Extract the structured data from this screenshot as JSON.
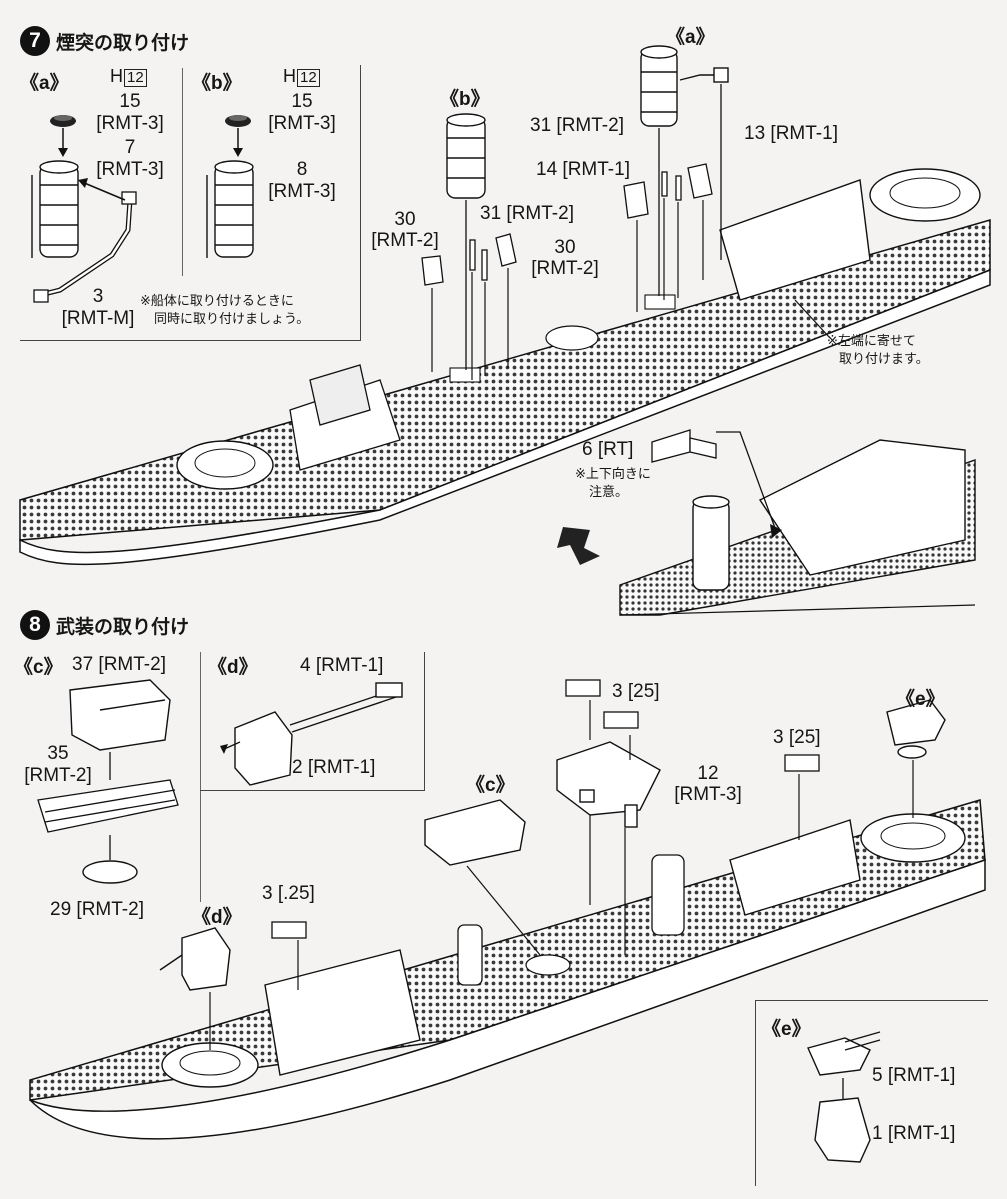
{
  "step7": {
    "number": "7",
    "title": "煙突の取り付け",
    "a_label": "《a》",
    "b_label": "《b》",
    "a_sprue": "H",
    "a_sprue_no": "12",
    "b_sprue": "H",
    "b_sprue_no": "12",
    "a_parts": [
      "15",
      "[RMT-3]",
      "7",
      "[RMT-3]",
      "3",
      "[RMT-M]"
    ],
    "b_parts": [
      "15",
      "[RMT-3]",
      "8",
      "[RMT-3]"
    ],
    "note_hull": [
      "※船体に取り付けるときに",
      "同時に取り付けましょう。"
    ],
    "diagram_b": "《b》",
    "diagram_a": "《a》",
    "p31_top": "31 [RMT-2]",
    "p14": "14 [RMT-1]",
    "p13": "13 [RMT-1]",
    "p31_mid": "31 [RMT-2]",
    "p30_left": [
      "30",
      "[RMT-2]"
    ],
    "p30_right": [
      "30",
      "[RMT-2]"
    ],
    "note_left_edge": [
      "※左端に寄せて",
      "取り付けます。"
    ],
    "p6": "6 [RT]",
    "note_orientation": [
      "※上下向きに",
      "注意。"
    ]
  },
  "step8": {
    "number": "8",
    "title": "武装の取り付け",
    "c_label": "《c》",
    "d_label": "《d》",
    "c_parts": [
      "37 [RMT-2]",
      "35",
      "[RMT-2]",
      "29 [RMT-2]"
    ],
    "d_parts": [
      "4 [RMT-1]",
      "2 [RMT-1]"
    ],
    "diagram_c": "《c》",
    "diagram_d": "《d》",
    "diagram_e": "《e》",
    "p3_25_top": "3 [25]",
    "p3_25_right": "3 [25]",
    "p3_25_left": "3 [.25]",
    "p12": [
      "12",
      "[RMT-3]"
    ],
    "e_label": "《e》",
    "e_parts": [
      "5 [RMT-1]",
      "1 [RMT-1]"
    ]
  }
}
